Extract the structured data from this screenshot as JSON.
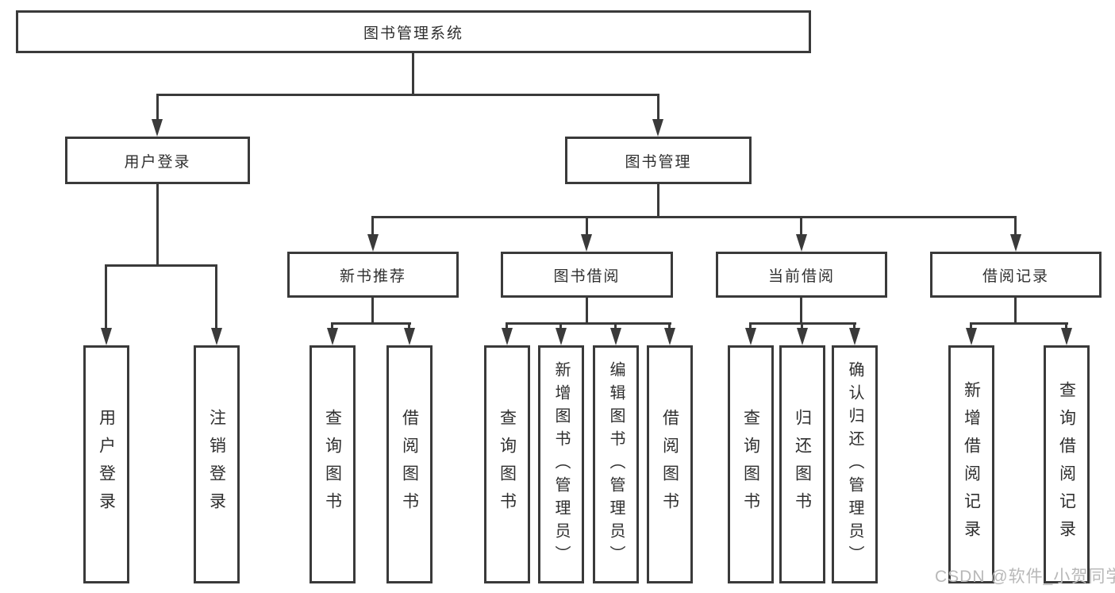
{
  "tree": {
    "root": {
      "label": "图书管理系统"
    },
    "branches": [
      {
        "label": "用户登录",
        "children": [
          {
            "label": "用户登录"
          },
          {
            "label": "注销登录"
          }
        ]
      },
      {
        "label": "图书管理",
        "children": [
          {
            "label": "新书推荐",
            "children": [
              {
                "label": "查询图书"
              },
              {
                "label": "借阅图书"
              }
            ]
          },
          {
            "label": "图书借阅",
            "children": [
              {
                "label": "查询图书"
              },
              {
                "label": "新增图书（管理员）"
              },
              {
                "label": "编辑图书（管理员）"
              },
              {
                "label": "借阅图书"
              }
            ]
          },
          {
            "label": "当前借阅",
            "children": [
              {
                "label": "查询图书"
              },
              {
                "label": "归还图书"
              },
              {
                "label": "确认归还（管理员）"
              }
            ]
          },
          {
            "label": "借阅记录",
            "children": [
              {
                "label": "新增借阅记录"
              },
              {
                "label": "查询借阅记录"
              }
            ]
          }
        ]
      }
    ]
  },
  "watermark": {
    "text": "CSDN @软件_小贺同学"
  },
  "colors": {
    "line": "#3a3a3a",
    "text": "#2f2f2f",
    "watermark": "#b8b8b8",
    "background": "#ffffff"
  }
}
